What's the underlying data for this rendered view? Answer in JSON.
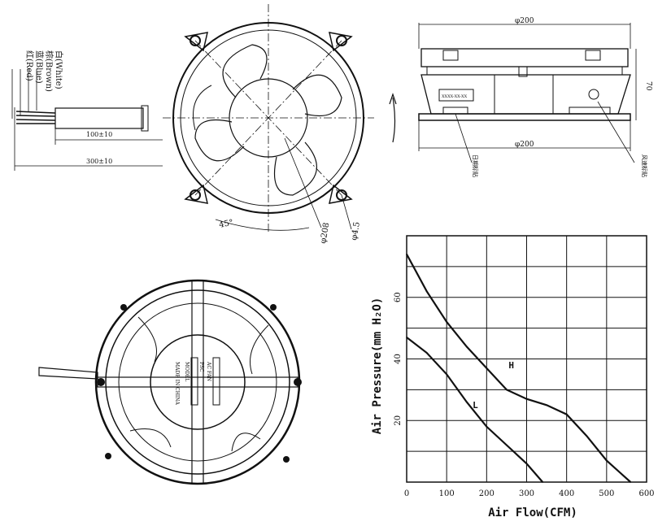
{
  "wire_labels": [
    {
      "cn": "白",
      "en": "(White)"
    },
    {
      "cn": "棕",
      "en": "(Brown)"
    },
    {
      "cn": "蓝",
      "en": "(Blue)"
    },
    {
      "cn": "红",
      "en": "(Red)"
    }
  ],
  "dims": {
    "cable_100": "100±10",
    "cable_300": "300±10",
    "angle": "45°",
    "diameter_208": "φ208",
    "hole_45": "φ4.5",
    "top_200": "φ200",
    "bottom_200": "φ200",
    "height_70": "70",
    "label_code": "XXXX-XX-XX",
    "callout_left": "日期标贴",
    "callout_right": "风速标贴"
  },
  "back_label": {
    "brand": "PSC",
    "lines": [
      "AC FAN",
      "MODEL",
      "MADE IN CHINA"
    ]
  },
  "chart_data": {
    "type": "line",
    "xlabel": "Air Flow(CFM)",
    "ylabel": "Air Pressure(mm H₂O)",
    "xlim": [
      0,
      600
    ],
    "ylim": [
      0,
      80
    ],
    "xticks": [
      0,
      100,
      200,
      300,
      400,
      500,
      600
    ],
    "yticks": [
      20,
      40,
      60
    ],
    "grid": true,
    "series": [
      {
        "name": "H",
        "x": [
          0,
          50,
          100,
          150,
          200,
          250,
          300,
          350,
          400,
          450,
          500,
          560
        ],
        "y": [
          74,
          62,
          52,
          44,
          37,
          30,
          27,
          25,
          22,
          15,
          7,
          0
        ]
      },
      {
        "name": "L",
        "x": [
          0,
          50,
          100,
          150,
          200,
          250,
          300,
          340
        ],
        "y": [
          47,
          42,
          35,
          26,
          18,
          12,
          6,
          0
        ]
      }
    ]
  }
}
